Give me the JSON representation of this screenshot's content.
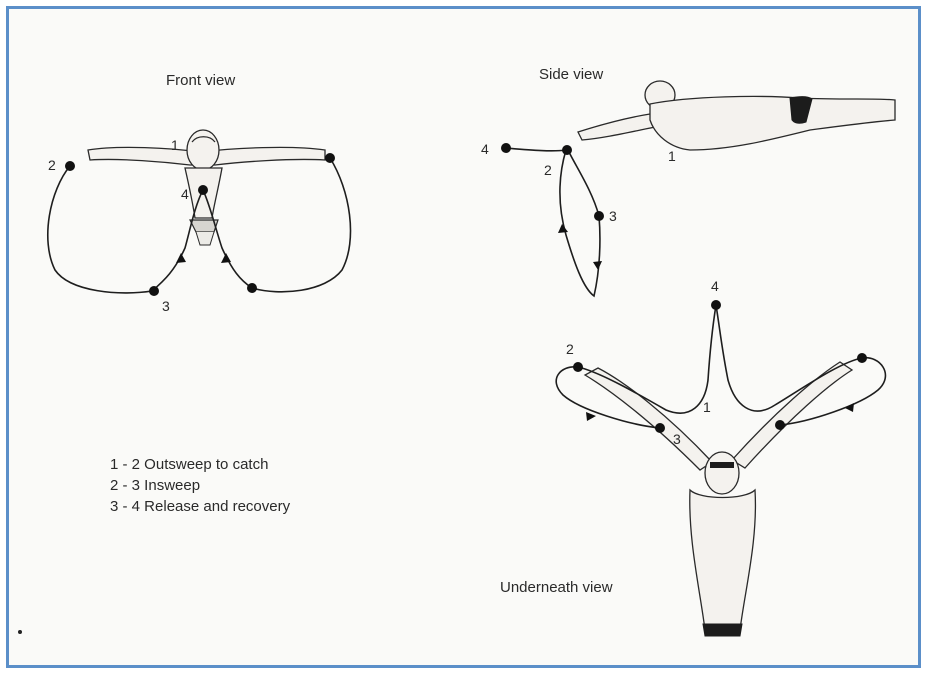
{
  "views": {
    "front": {
      "title": "Front view"
    },
    "side": {
      "title": "Side view"
    },
    "underneath": {
      "title": "Underneath view"
    }
  },
  "points": {
    "front": [
      "1",
      "2",
      "4",
      "3"
    ],
    "side": [
      "4",
      "2",
      "3",
      "1"
    ],
    "underneath": [
      "4",
      "2",
      "1",
      "3"
    ]
  },
  "legend": [
    "1 - 2 Outsweep to catch",
    "2 - 3 Insweep",
    "3 - 4 Release and recovery"
  ],
  "colors": {
    "frame_border": "#5b8fc9",
    "ink": "#1e1e1e",
    "paper": "#fafaf8"
  }
}
